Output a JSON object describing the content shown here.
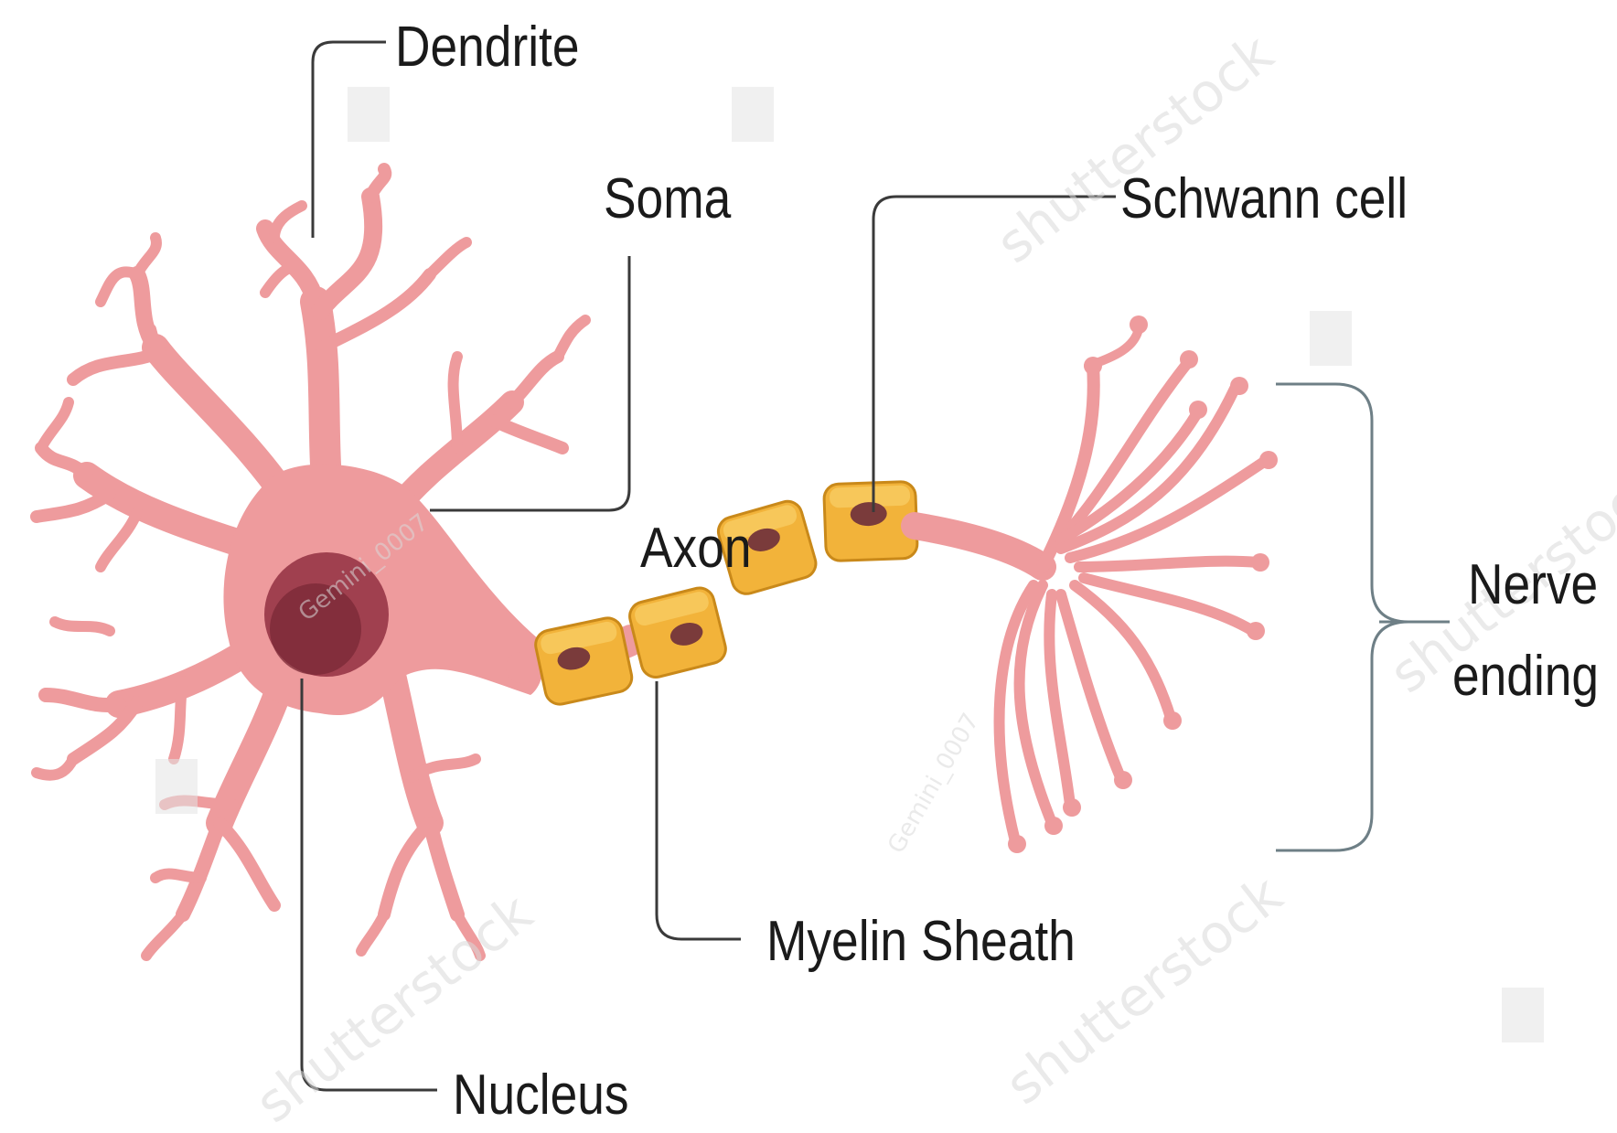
{
  "diagram": {
    "labels": {
      "dendrite": "Dendrite",
      "soma": "Soma",
      "schwann_cell": "Schwann cell",
      "axon": "Axon",
      "nerve_ending_line1": "Nerve",
      "nerve_ending_line2": "ending",
      "myelin_sheath": "Myelin Sheath",
      "nucleus": "Nucleus"
    },
    "colors": {
      "neuron": "#ee9b9d",
      "nucleus_outer": "#a0404f",
      "nucleus_inner": "#7a2836",
      "schwann_cell": "#f2b33a",
      "schwann_nucleus": "#7a3b3b",
      "leader_lines": "#3a3a3a",
      "bracket": "#6e7f86",
      "background": "#ffffff"
    }
  },
  "watermark": {
    "brand": "shutterstock",
    "contributor": "Gemini_0007"
  }
}
